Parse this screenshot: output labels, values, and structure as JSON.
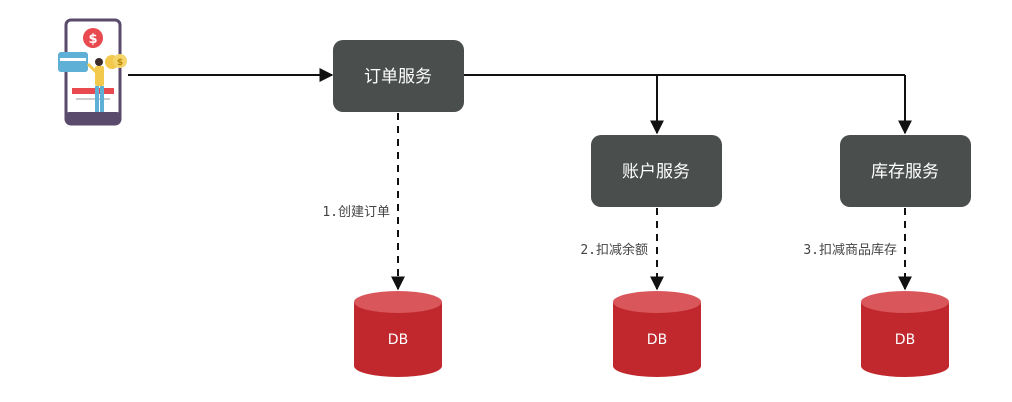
{
  "services": {
    "order": "订单服务",
    "account": "账户服务",
    "inventory": "库存服务"
  },
  "steps": {
    "create_order": "1.创建订单",
    "deduct_balance": "2.扣减余额",
    "deduct_stock": "3.扣减商品库存"
  },
  "databases": {
    "order_db": "DB",
    "account_db": "DB",
    "inventory_db": "DB"
  },
  "colors": {
    "service_box": "#4a4e4d",
    "db_red": "#c0282d",
    "db_top": "#d9575b",
    "line": "#111111"
  },
  "icons": {
    "client": "mobile-payment-icon"
  }
}
